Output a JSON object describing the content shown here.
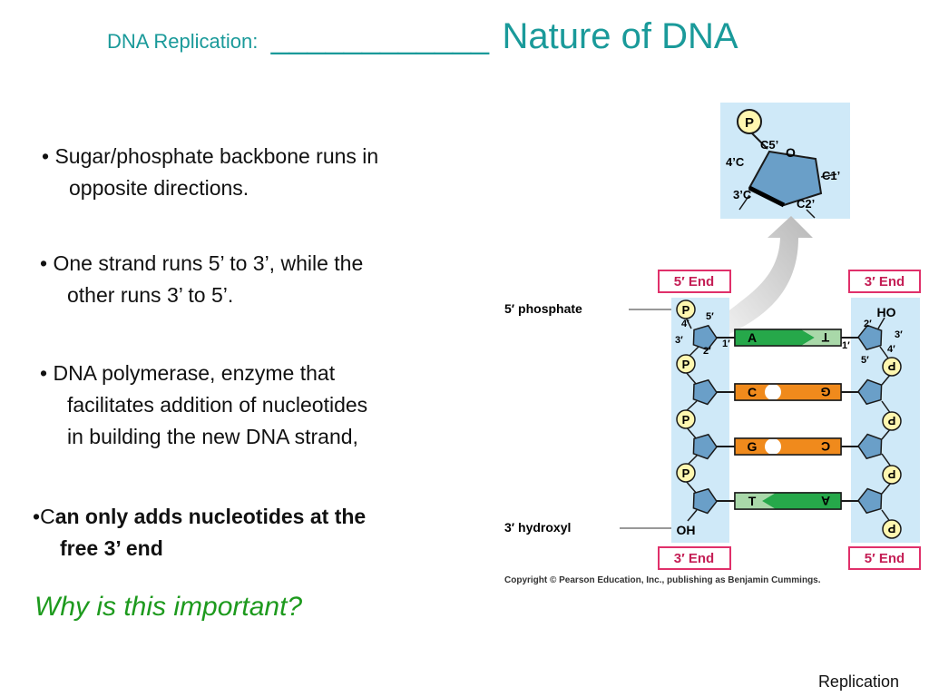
{
  "title": {
    "prefix": "DNA Replication:",
    "blank": "____________",
    "main": "Nature of DNA"
  },
  "bullets": [
    {
      "marker": "•",
      "line1": "Sugar/phosphate backbone runs in",
      "line2": "opposite directions."
    },
    {
      "marker": "•",
      "line1": "One strand runs 5’ to 3’, while the",
      "line2": "other runs 3’ to 5’."
    },
    {
      "marker": "•",
      "line1": "DNA polymerase, enzyme that",
      "line2": "facilitates addition of nucleotides",
      "line3": "in building the new DNA strand,"
    },
    {
      "marker": "•",
      "first_letter": "C",
      "line1_bold": "an only adds nucleotides at the",
      "line2_bold": "free 3’ end"
    }
  ],
  "question": "Why is this important?",
  "footer": "Replication",
  "diagram": {
    "sugar": {
      "phosphate": "P",
      "c5": "C5’",
      "o": "O",
      "c4": "4’C",
      "c1": "C1’",
      "c3": "3’C",
      "c2": "C2’"
    },
    "ends": {
      "left_top": "5′ End",
      "right_top": "3′ End",
      "left_bottom": "3′ End",
      "right_bottom": "5′ End"
    },
    "labels": {
      "phosphate": "5′ phosphate",
      "hydroxyl": "3′ hydroxyl",
      "ho": "HO",
      "oh": "OH"
    },
    "left_numbers": {
      "n5": "5′",
      "n4": "4′",
      "n3": "3′",
      "n2": "2′",
      "n1": "1′"
    },
    "right_numbers": {
      "n2": "2′",
      "n3": "3′",
      "n4": "4′",
      "n1": "1′",
      "n5": "5′"
    },
    "base_pairs": [
      {
        "left": "A",
        "right": "T",
        "left_color": "#26a84a",
        "right_color": "#a9d8a9"
      },
      {
        "left": "C",
        "right": "G",
        "left_color": "#f08a1c",
        "right_color": "#f08a1c"
      },
      {
        "left": "G",
        "right": "C",
        "left_color": "#f08a1c",
        "right_color": "#f08a1c"
      },
      {
        "left": "T",
        "right": "A",
        "left_color": "#a9d8a9",
        "right_color": "#26a84a"
      }
    ],
    "phosphate_letter": "P",
    "copyright": "Copyright © Pearson Education, Inc., publishing as Benjamin Cummings.",
    "colors": {
      "backbone_bg": "#cfe9f8",
      "sugar": "#6a9fc8",
      "phosphate_fill": "#fff7b0",
      "end_border": "#e0306a",
      "title": "#1a9a9a",
      "question": "#1d9a1d"
    }
  }
}
